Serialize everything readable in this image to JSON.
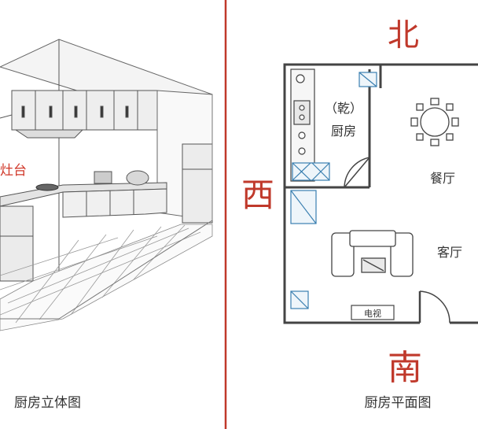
{
  "left_panel": {
    "stove_label": "灶台",
    "caption": "厨房立体图"
  },
  "right_panel": {
    "directions": {
      "north": "北",
      "west": "西",
      "south": "南"
    },
    "rooms": {
      "kitchen_gua": "（乾）",
      "kitchen": "厨房",
      "dining": "餐厅",
      "living": "客厅",
      "tv": "电视"
    },
    "caption": "厨房平面图"
  },
  "colors": {
    "divider": "#c0392b",
    "direction_text": "#c0392b",
    "stove_text": "#d0392b",
    "wall": "#444444",
    "appliance_blue": "#3a7fb0"
  }
}
